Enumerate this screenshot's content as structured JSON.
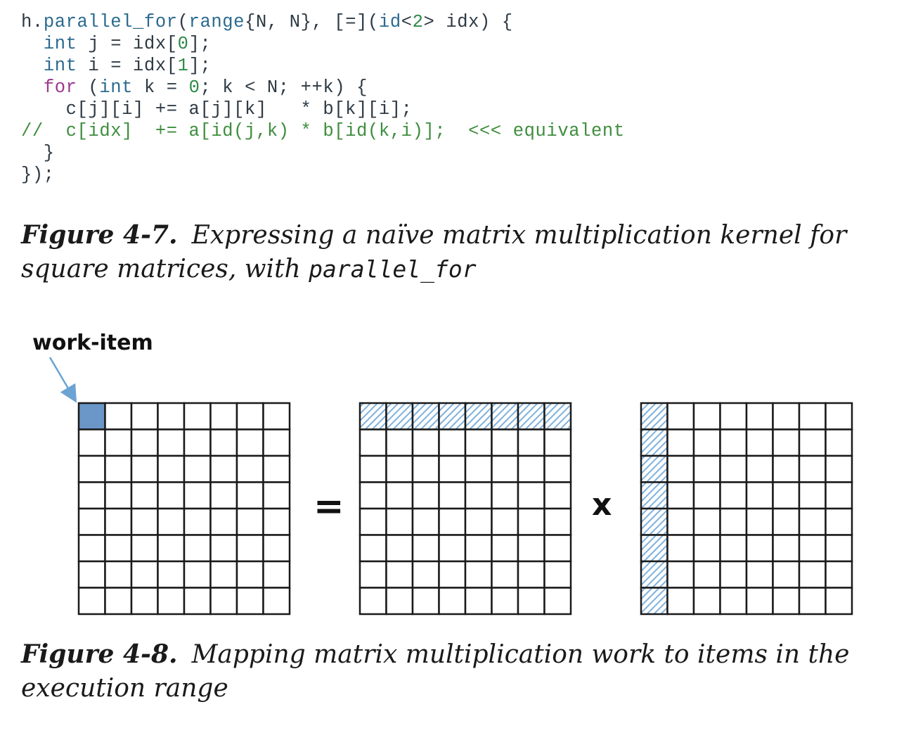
{
  "code": {
    "lines": [
      [
        {
          "t": "h.",
          "c": "plain"
        },
        {
          "t": "parallel_for",
          "c": "type"
        },
        {
          "t": "(",
          "c": "plain"
        },
        {
          "t": "range",
          "c": "type"
        },
        {
          "t": "{N, N}, [=](",
          "c": "plain"
        },
        {
          "t": "id",
          "c": "type"
        },
        {
          "t": "<",
          "c": "plain"
        },
        {
          "t": "2",
          "c": "num"
        },
        {
          "t": "> idx) {",
          "c": "plain"
        }
      ],
      [
        {
          "t": "  ",
          "c": "plain"
        },
        {
          "t": "int",
          "c": "type"
        },
        {
          "t": " j = idx[",
          "c": "plain"
        },
        {
          "t": "0",
          "c": "num"
        },
        {
          "t": "];",
          "c": "plain"
        }
      ],
      [
        {
          "t": "  ",
          "c": "plain"
        },
        {
          "t": "int",
          "c": "type"
        },
        {
          "t": " i = idx[",
          "c": "plain"
        },
        {
          "t": "1",
          "c": "num"
        },
        {
          "t": "];",
          "c": "plain"
        }
      ],
      [
        {
          "t": "  ",
          "c": "plain"
        },
        {
          "t": "for",
          "c": "kw"
        },
        {
          "t": " (",
          "c": "plain"
        },
        {
          "t": "int",
          "c": "type"
        },
        {
          "t": " k = ",
          "c": "plain"
        },
        {
          "t": "0",
          "c": "num"
        },
        {
          "t": "; k < N; ++k) {",
          "c": "plain"
        }
      ],
      [
        {
          "t": "    c[j][i] += a[j][k]   * b[k][i];",
          "c": "plain"
        }
      ],
      [
        {
          "t": "//  c[idx]  += a[id(j,k) * b[id(k,i)];  <<< equivalent",
          "c": "comment"
        }
      ],
      [
        {
          "t": "  }",
          "c": "plain"
        }
      ],
      [
        {
          "t": "});",
          "c": "plain"
        }
      ]
    ]
  },
  "figure_4_7": {
    "label": "Figure 4-7.",
    "text": "Expressing a naïve matrix multiplication kernel for square matrices, with ",
    "code": "parallel_for"
  },
  "diagram": {
    "work_item_label": "work-item",
    "equals_symbol": "=",
    "times_symbol": "x",
    "grid_size": 8,
    "highlight_color": "#6a96c8",
    "hatch_color": "#7fb1dd",
    "line_color": "#1a1a1a"
  },
  "figure_4_8": {
    "label": "Figure 4-8.",
    "text": "Mapping matrix multiplication work to items in the execution range"
  }
}
